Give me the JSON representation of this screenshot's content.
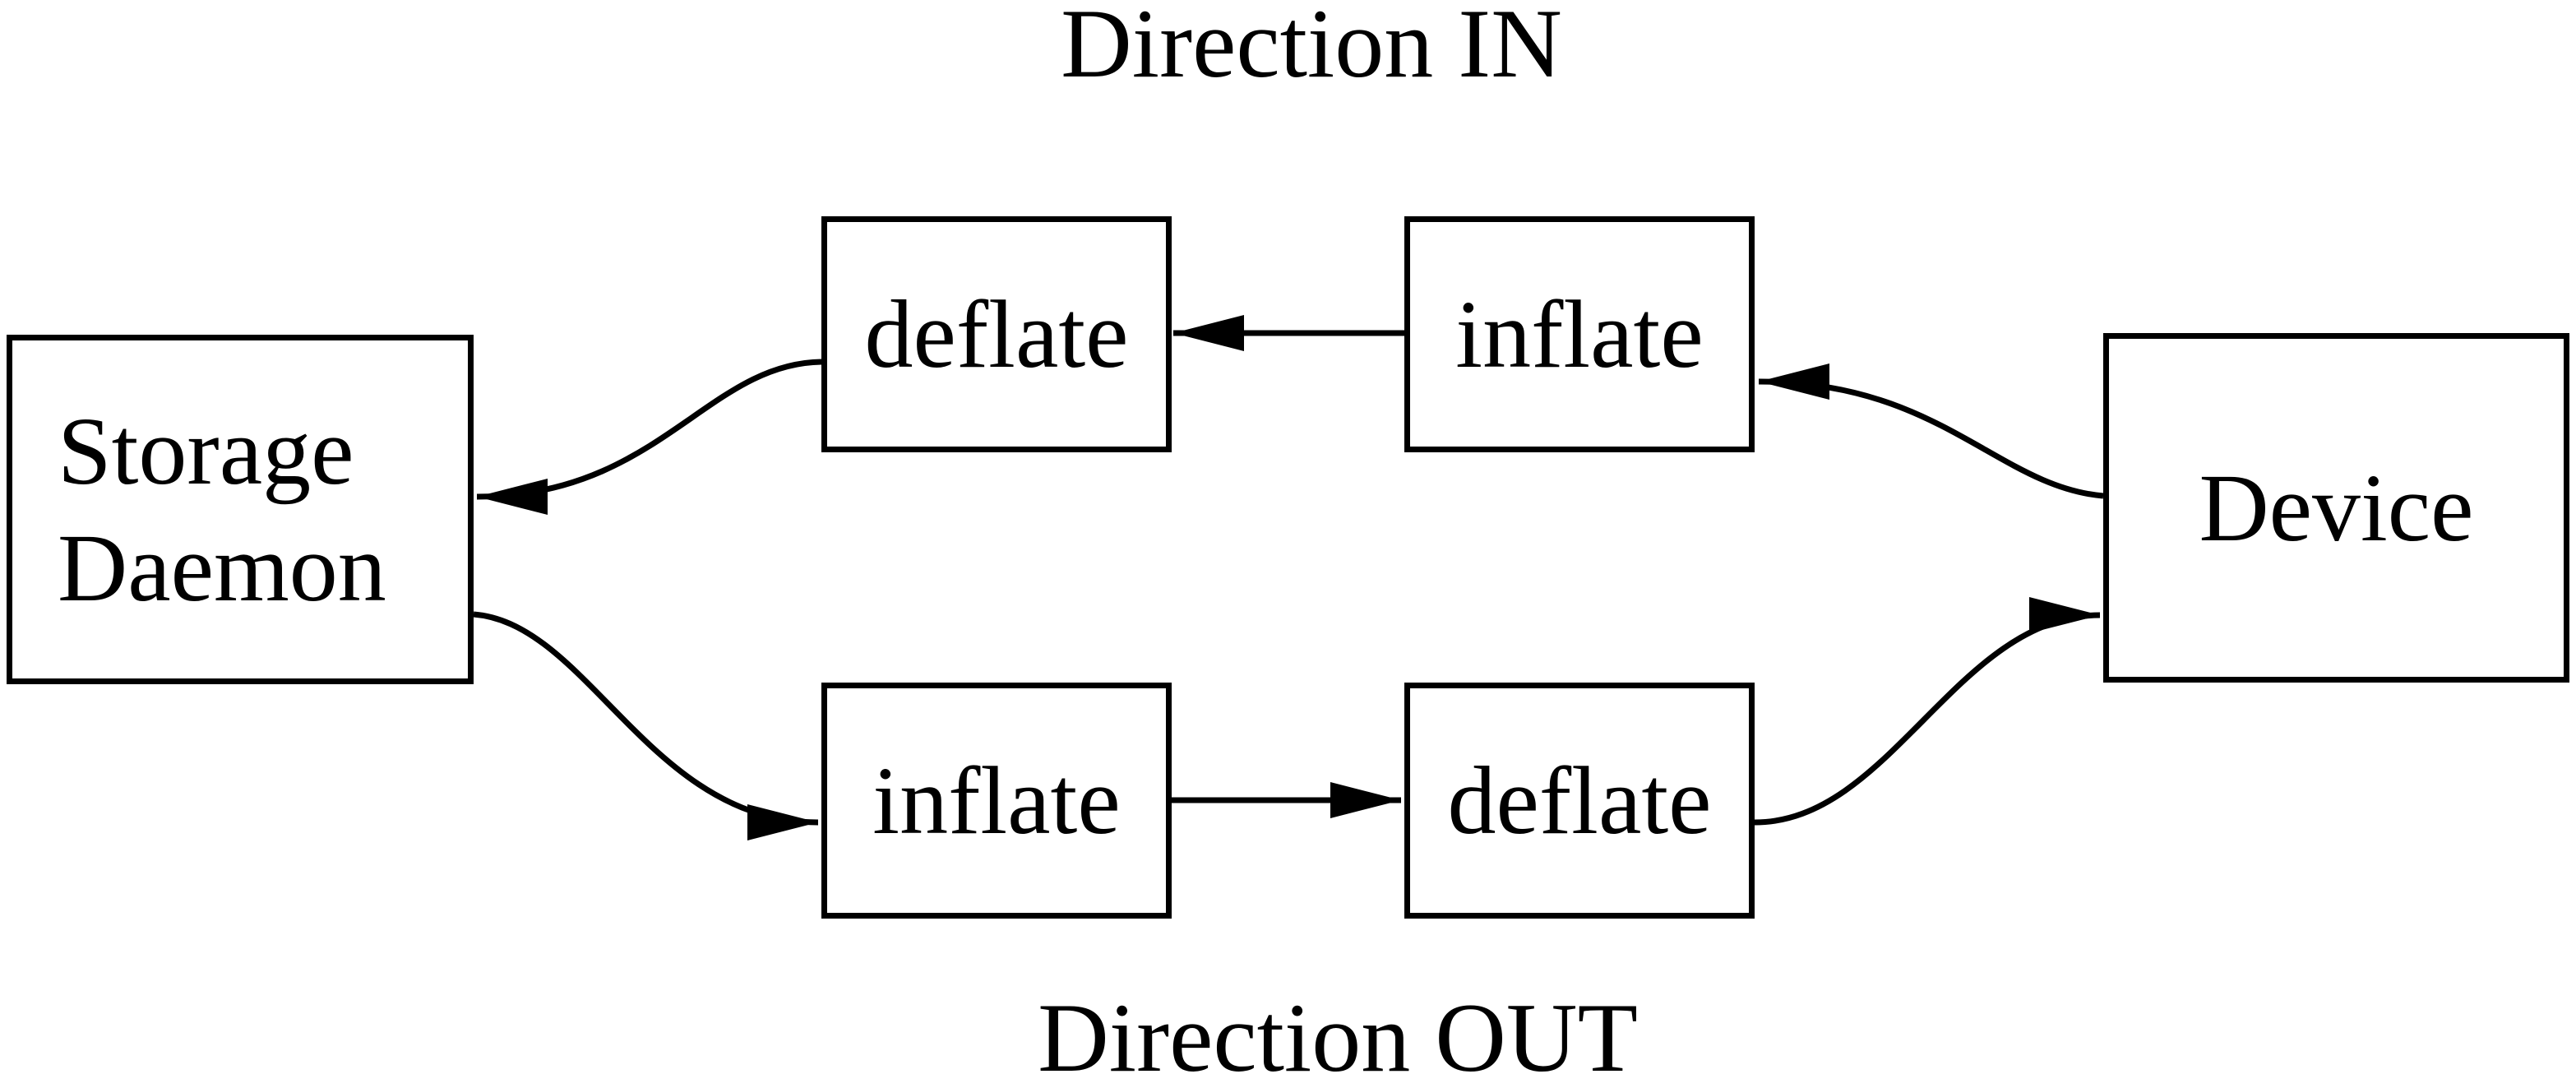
{
  "diagram": {
    "caption_top": "Direction IN",
    "caption_bottom": "Direction OUT",
    "nodes": {
      "storage_daemon": {
        "label": "Storage\nDaemon"
      },
      "deflate_in": {
        "label": "deflate"
      },
      "inflate_in": {
        "label": "inflate"
      },
      "inflate_out": {
        "label": "inflate"
      },
      "deflate_out": {
        "label": "deflate"
      },
      "device": {
        "label": "Device"
      }
    },
    "edges": [
      {
        "from": "device",
        "to": "inflate_in",
        "direction": "IN"
      },
      {
        "from": "inflate_in",
        "to": "deflate_in",
        "direction": "IN"
      },
      {
        "from": "deflate_in",
        "to": "storage_daemon",
        "direction": "IN"
      },
      {
        "from": "storage_daemon",
        "to": "inflate_out",
        "direction": "OUT"
      },
      {
        "from": "inflate_out",
        "to": "deflate_out",
        "direction": "OUT"
      },
      {
        "from": "deflate_out",
        "to": "device",
        "direction": "OUT"
      }
    ],
    "colors": {
      "stroke": "#000000",
      "background": "#ffffff"
    }
  }
}
